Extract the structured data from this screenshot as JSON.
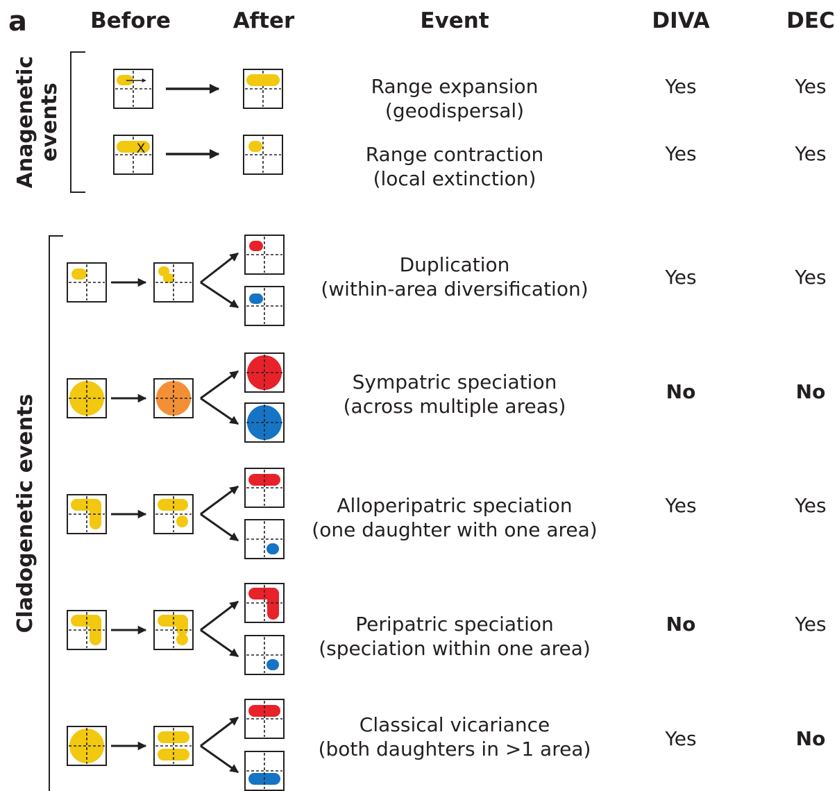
{
  "panel_label": "a",
  "headers": {
    "before": "Before",
    "after": "After",
    "event": "Event",
    "diva": "DIVA",
    "dec": "DEC"
  },
  "side_labels": {
    "anagenetic": "Anagenetic",
    "anagenetic_2": "events",
    "cladogenetic": "Cladogenetic events"
  },
  "colors": {
    "yellow": "#f2c811",
    "orange": "#f39036",
    "red": "#e8222a",
    "blue": "#1574c4",
    "ink": "#231f20"
  },
  "rows": [
    {
      "id": "range-expansion",
      "event_line1": "Range expansion",
      "event_line2": "(geodispersal)",
      "diva": "Yes",
      "dec": "Yes",
      "diva_bold": false,
      "dec_bold": false
    },
    {
      "id": "range-contraction",
      "event_line1": "Range contraction",
      "event_line2": "(local extinction)",
      "diva": "Yes",
      "dec": "Yes",
      "diva_bold": false,
      "dec_bold": false
    },
    {
      "id": "duplication",
      "event_line1": "Duplication",
      "event_line2": "(within-area diversification)",
      "diva": "Yes",
      "dec": "Yes",
      "diva_bold": false,
      "dec_bold": false
    },
    {
      "id": "sympatric",
      "event_line1": "Sympatric speciation",
      "event_line2": "(across multiple areas)",
      "diva": "No",
      "dec": "No",
      "diva_bold": true,
      "dec_bold": true
    },
    {
      "id": "alloperipatric",
      "event_line1": "Alloperipatric speciation",
      "event_line2": "(one daughter with one area)",
      "diva": "Yes",
      "dec": "Yes",
      "diva_bold": false,
      "dec_bold": false
    },
    {
      "id": "peripatric",
      "event_line1": "Peripatric speciation",
      "event_line2": "(speciation within one area)",
      "diva": "No",
      "dec": "Yes",
      "diva_bold": true,
      "dec_bold": false
    },
    {
      "id": "vicariance",
      "event_line1": "Classical vicariance",
      "event_line2": "(both daughters in >1 area)",
      "diva": "Yes",
      "dec": "No",
      "diva_bold": false,
      "dec_bold": true
    }
  ],
  "box_marks": {
    "contraction_x": "X"
  }
}
